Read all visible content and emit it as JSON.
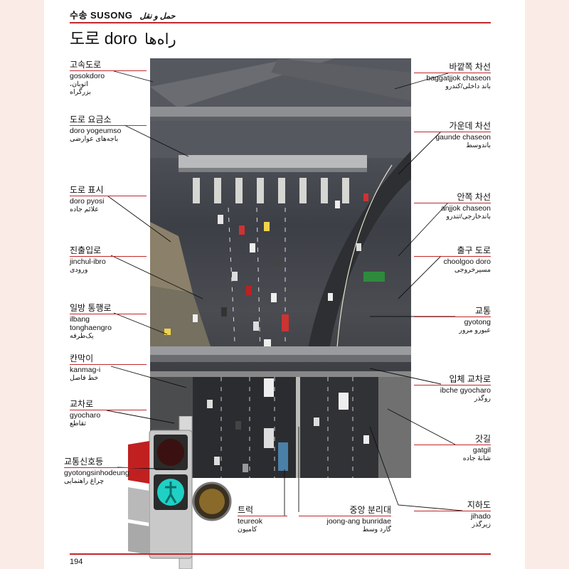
{
  "header": {
    "section_ko": "수송",
    "section_rom": "SUSONG",
    "section_fa": "حمل و نقل",
    "title_ko": "도로",
    "title_rom": "doro",
    "title_fa": "راه‌ها"
  },
  "labels_left": [
    {
      "ko": "고속도로",
      "rom": "gosokdoro",
      "fa": "اتوبان،\nبزرگراه"
    },
    {
      "ko": "도로 요금소",
      "rom": "doro yogeumso",
      "fa": "باجه‌های عوارضی"
    },
    {
      "ko": "도로 표시",
      "rom": "doro pyosi",
      "fa": "علائم جاده"
    },
    {
      "ko": "진출입로",
      "rom": "jinchul-ibro",
      "fa": "ورودی"
    },
    {
      "ko": "일방 통행로",
      "rom": "ilbang\ntonghaengro",
      "fa": "یک‌طرفه"
    },
    {
      "ko": "칸막이",
      "rom": "kanmag-i",
      "fa": "خط فاصل"
    },
    {
      "ko": "교차로",
      "rom": "gyocharo",
      "fa": "تقاطع"
    },
    {
      "ko": "교통신호등",
      "rom": "gyotongsinhodeung",
      "fa": "چراغ راهنمایی"
    }
  ],
  "labels_right": [
    {
      "ko": "바깥쪽 차선",
      "rom": "baggatjjok chaseon",
      "fa": "باند داخلی/کندرو"
    },
    {
      "ko": "가운데 차선",
      "rom": "gaunde chaseon",
      "fa": "باندوسط"
    },
    {
      "ko": "안쪽 차선",
      "rom": "anjjok chaseon",
      "fa": "باندخارجی/تندرو"
    },
    {
      "ko": "출구 도로",
      "rom": "choolgoo doro",
      "fa": "مسیرخروجی"
    },
    {
      "ko": "교통",
      "rom": "gyotong",
      "fa": "عبورو مرور"
    },
    {
      "ko": "입체 교차로",
      "rom": "ibche gyocharo",
      "fa": "روگذر"
    },
    {
      "ko": "갓길",
      "rom": "gatgil",
      "fa": "شانهٔ جاده"
    },
    {
      "ko": "지하도",
      "rom": "jihado",
      "fa": "زیرگذر"
    }
  ],
  "labels_bottom": [
    {
      "ko": "트럭",
      "rom": "teureok",
      "fa": "کامیون"
    },
    {
      "ko": "중앙 분리대",
      "rom": "joong-ang bunridae",
      "fa": "گارد وسط"
    }
  ],
  "footer": {
    "page_number": "194"
  },
  "colors": {
    "accent": "#c0282b",
    "side_band": "#faebe6"
  }
}
